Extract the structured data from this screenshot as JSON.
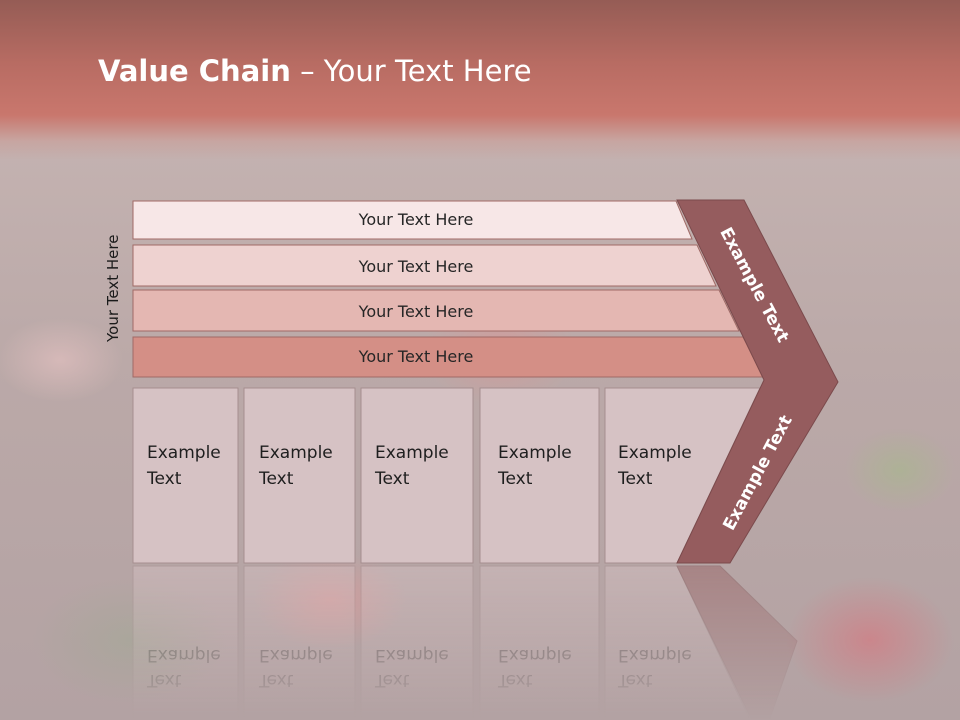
{
  "title": {
    "bold": "Value Chain",
    "rest": " – Your Text Here"
  },
  "side_label": "Your Text Here",
  "bands": [
    {
      "label": "Your Text Here",
      "color": "#f7e7e7"
    },
    {
      "label": "Your Text Here",
      "color": "#eed2d0"
    },
    {
      "label": "Your Text Here",
      "color": "#e4b7b2"
    },
    {
      "label": "Your Text Here",
      "color": "#d48f86"
    }
  ],
  "boxes": [
    {
      "line1": "Example",
      "line2": "Text"
    },
    {
      "line1": "Example",
      "line2": "Text"
    },
    {
      "line1": "Example",
      "line2": "Text"
    },
    {
      "line1": "Example",
      "line2": "Text"
    },
    {
      "line1": "Example",
      "line2": "Text"
    }
  ],
  "arrow": {
    "upper_text": "Example Text",
    "lower_text": "Example Text",
    "color": "#955c5e"
  },
  "colors": {
    "header": "#b86c63",
    "box_fill": "#d6c2c4"
  }
}
